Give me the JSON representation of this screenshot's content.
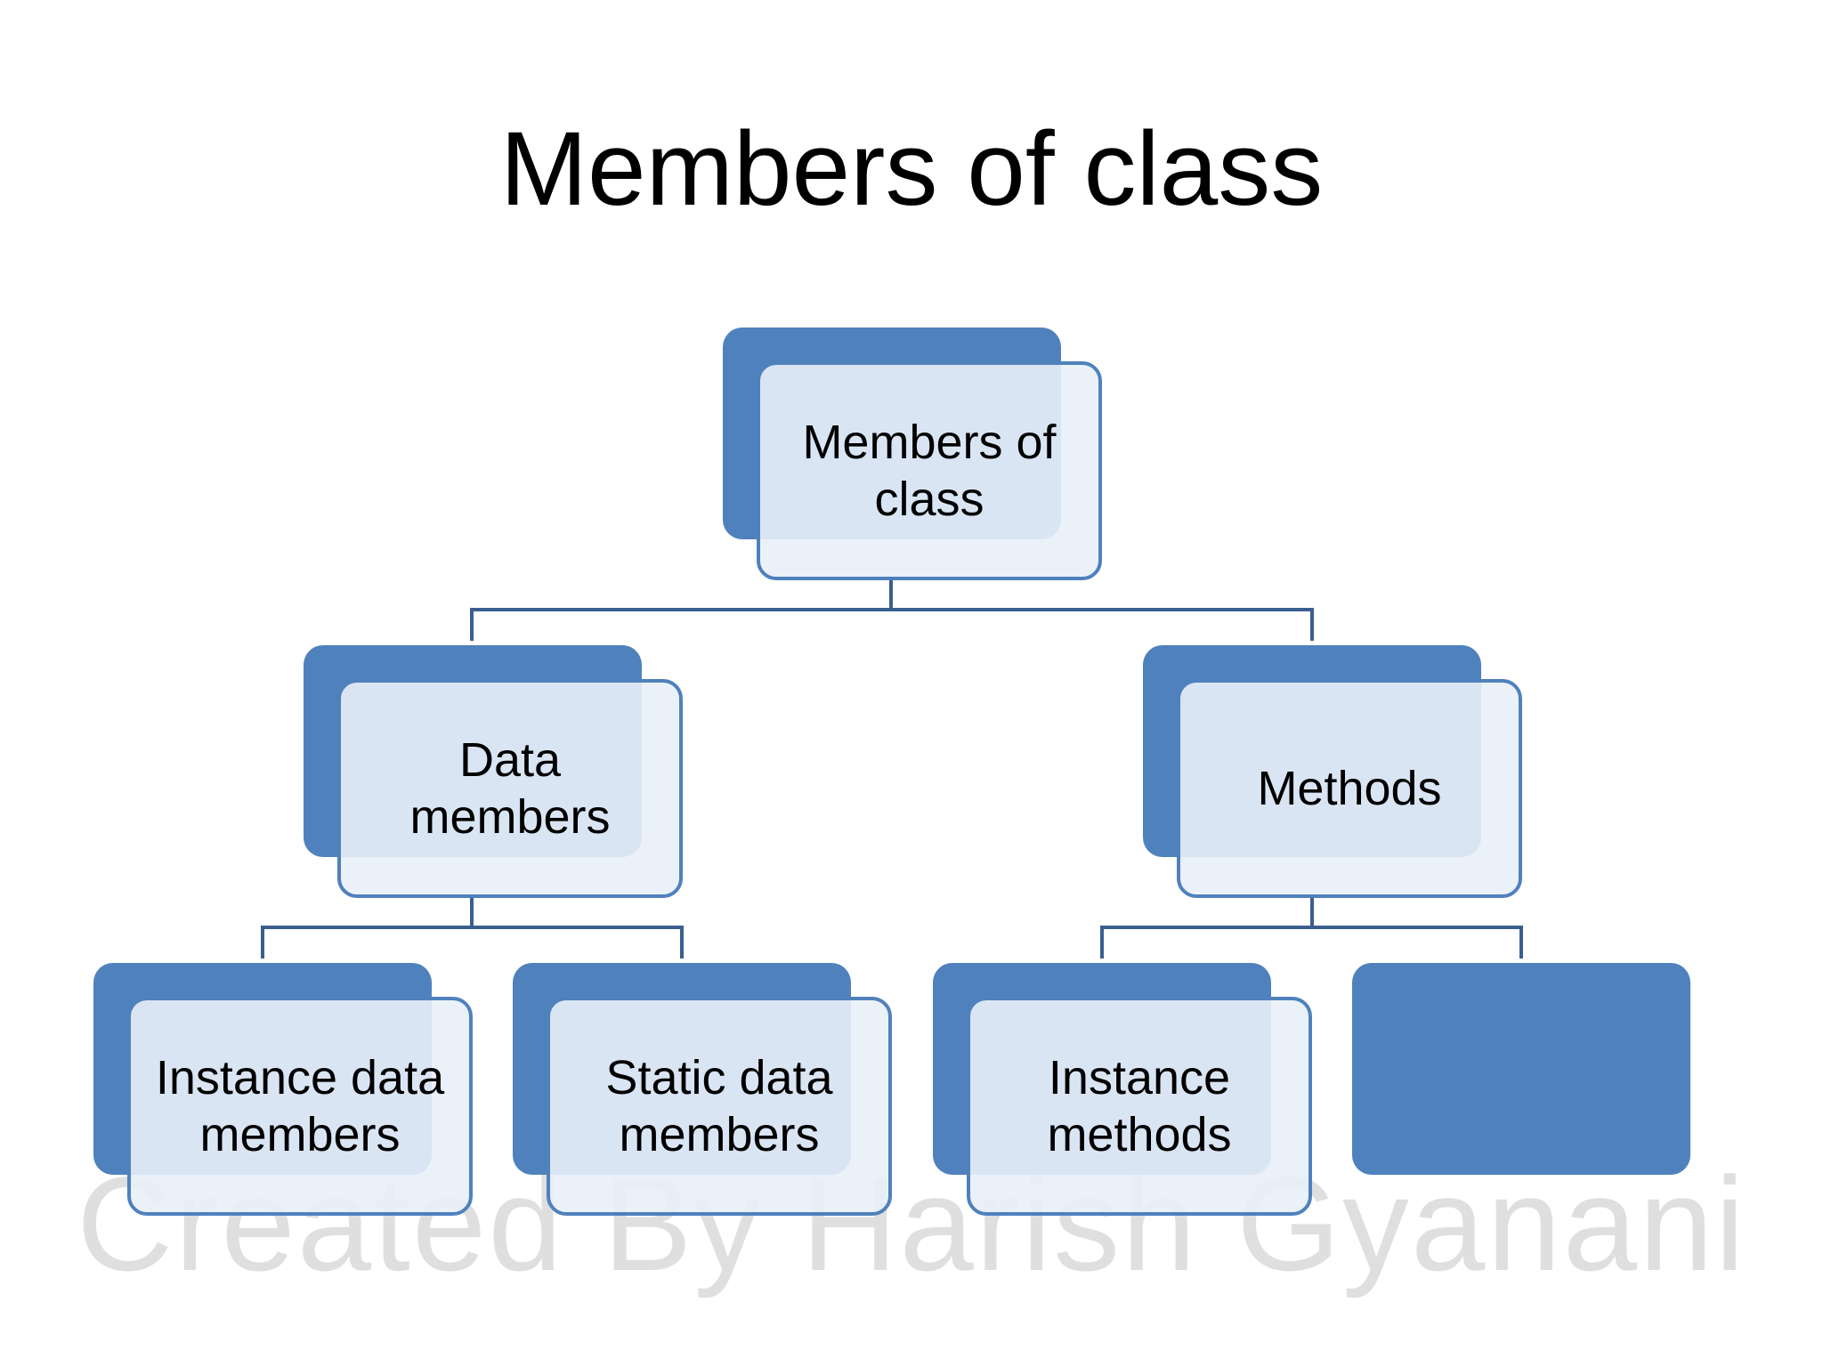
{
  "slide": {
    "title": "Members of class",
    "watermark": "Created By Harish Gyanani"
  },
  "diagram": {
    "root": {
      "label": "Members of class"
    },
    "level1": [
      {
        "label": "Data members"
      },
      {
        "label": "Methods"
      }
    ],
    "level2": [
      {
        "label": "Instance data members"
      },
      {
        "label": "Static data members"
      },
      {
        "label": "Instance methods"
      },
      {
        "label": ""
      }
    ],
    "colors": {
      "box_fill": "#4f81bd",
      "box_front": "#e9eff8",
      "connector": "#3a5f8f"
    }
  }
}
